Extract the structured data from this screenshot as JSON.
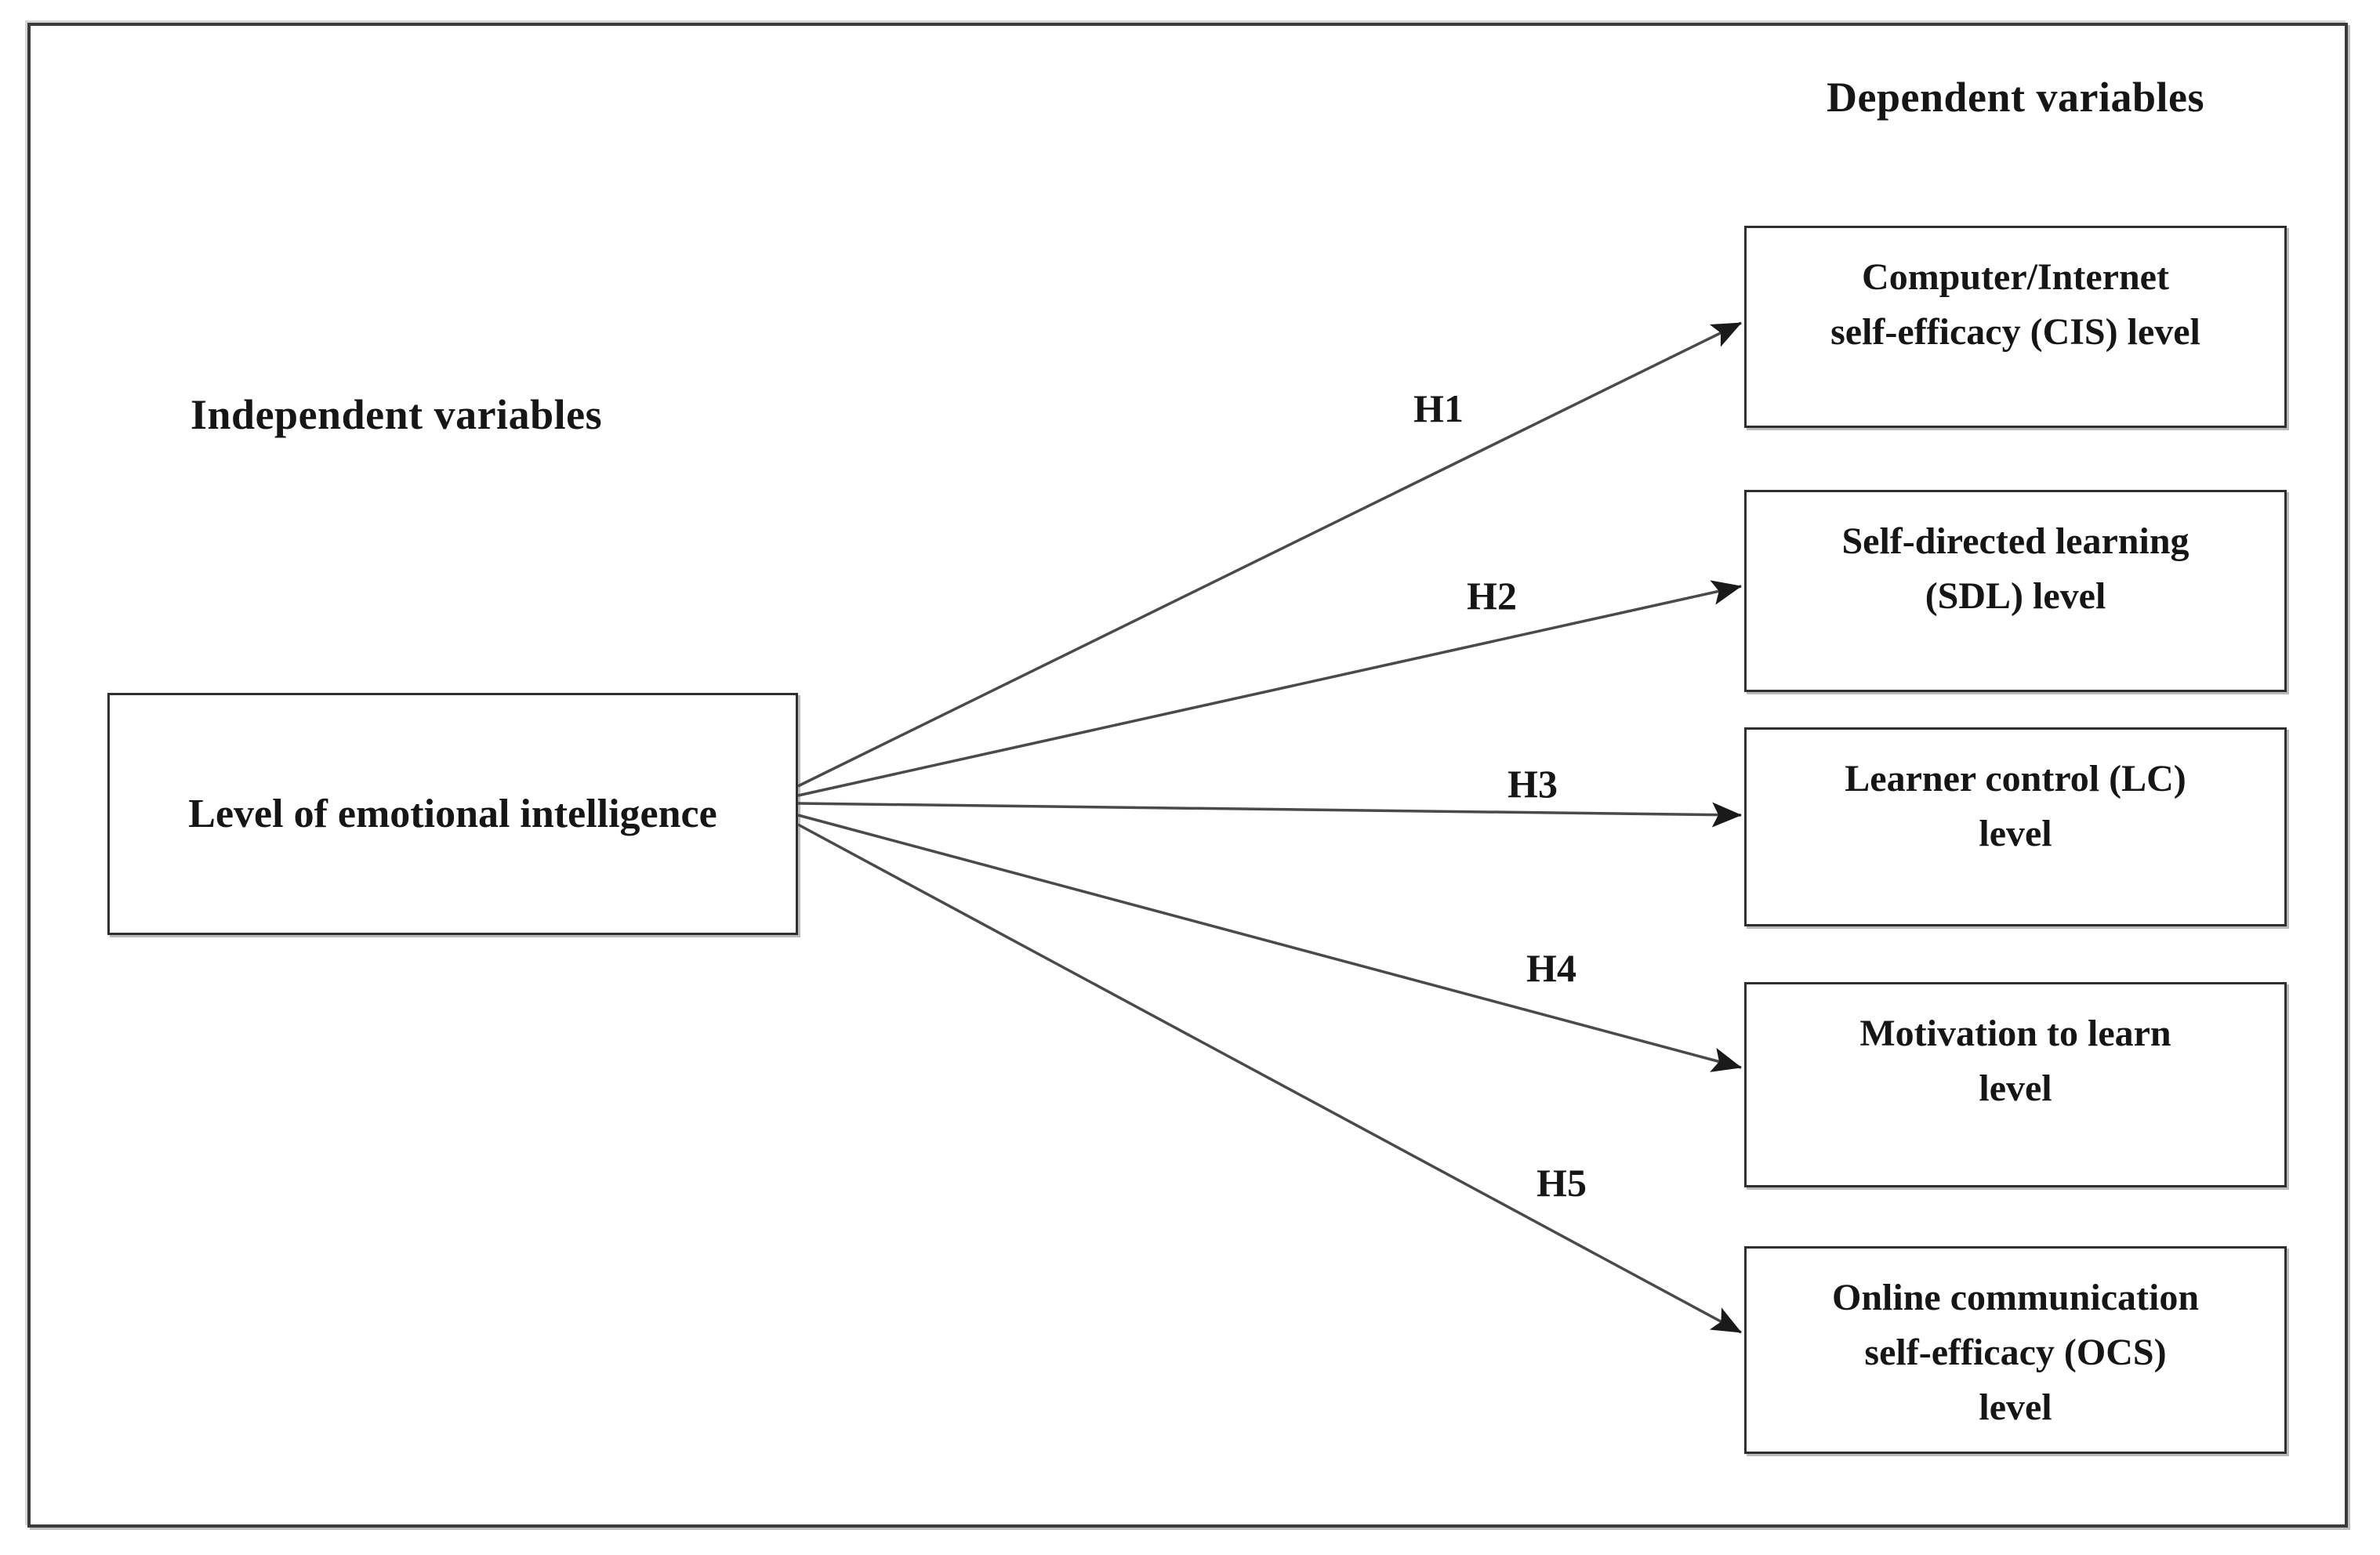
{
  "headings": {
    "independent": "Independent variables",
    "dependent": "Dependent variables"
  },
  "independent_variable": {
    "label": "Level of emotional intelligence"
  },
  "dependent_variables": [
    {
      "id": "cis",
      "label": "Computer/Internet self-efficacy (CIS) level",
      "lines": [
        "Computer/Internet",
        "self-efficacy (CIS) level"
      ]
    },
    {
      "id": "sdl",
      "label": "Self-directed learning (SDL) level",
      "lines": [
        "Self-directed learning",
        "(SDL) level"
      ]
    },
    {
      "id": "lc",
      "label": "Learner control (LC) level",
      "lines": [
        "Learner control (LC)",
        "level"
      ]
    },
    {
      "id": "motivation",
      "label": "Motivation to learn level",
      "lines": [
        "Motivation to learn",
        "level"
      ]
    },
    {
      "id": "ocs",
      "label": "Online communication self-efficacy (OCS) level",
      "lines": [
        "Online communication",
        "self-efficacy (OCS)",
        "level"
      ]
    }
  ],
  "hypotheses": [
    {
      "label": "H1",
      "from": "Level of emotional intelligence",
      "to": "cis"
    },
    {
      "label": "H2",
      "from": "Level of emotional intelligence",
      "to": "sdl"
    },
    {
      "label": "H3",
      "from": "Level of emotional intelligence",
      "to": "lc"
    },
    {
      "label": "H4",
      "from": "Level of emotional intelligence",
      "to": "motivation"
    },
    {
      "label": "H5",
      "from": "Level of emotional intelligence",
      "to": "ocs"
    }
  ],
  "colors": {
    "text": "#161616",
    "box_border": "#2f2f2f",
    "frame_border": "#3b3b3b",
    "arrow_line": "#4a4a4a",
    "arrow_head": "#1a1a1a",
    "background": "#ffffff"
  }
}
